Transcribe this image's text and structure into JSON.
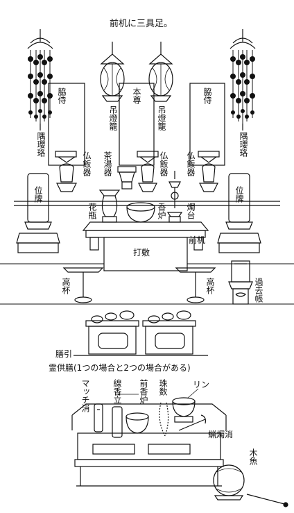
{
  "title": "前机に三具足。",
  "labels": {
    "kyoji_left": "脇侍",
    "kyoji_right": "脇侍",
    "honzon": "本尊",
    "tsuridoro_left": "吊燈籠",
    "tsuridoro_right": "吊燈籠",
    "yoraku_left": "隅瓔珞",
    "yoraku_right": "隅瓔珞",
    "buppanki_left": "仏飯器",
    "chatoki": "茶湯器",
    "buppanki_center": "仏飯器",
    "buppanki_right": "仏飯器",
    "ihai_left": "位牌",
    "ihai_right": "位牌",
    "kabin": "花瓶",
    "koro": "香炉",
    "shokudai": "燭台",
    "maezukue": "前机",
    "uchishiki": "打敷",
    "takatsuki_left": "高杯",
    "takatsuki_right": "高杯",
    "kakocho": "過去帳",
    "zenbiki": "膳引",
    "reiguzen": "霊供膳(1つの場合と2つの場合がある)",
    "matchikeshi": "マッチ消",
    "senkotate": "線香立",
    "maekoro": "前香炉",
    "juzu": "珠数",
    "rin": "リン",
    "rosokukeshi": "蝋燭消",
    "mokugyo": "木魚"
  }
}
